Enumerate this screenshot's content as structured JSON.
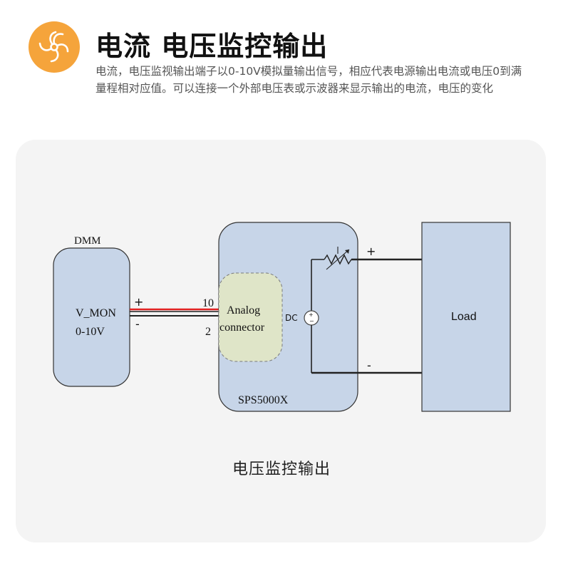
{
  "header": {
    "title": "电流 电压监控输出",
    "description": "电流，电压监视输出端子以0-10V模拟量输出信号，相应代表电源输出电流或电压0到满量程相对应值。可以连接一个外部电压表或示波器来显示输出的电流，电压的变化"
  },
  "diagram": {
    "dmm": {
      "label": "DMM",
      "line1": "V_MON",
      "line2": "0-10V"
    },
    "dmm_terminals": {
      "plus": "+",
      "minus": "-"
    },
    "connector_pins": {
      "pin_top": "10",
      "pin_bottom": "2"
    },
    "sps": {
      "label": "SPS5000X",
      "connector_line1": "Analog",
      "connector_line2": "connector",
      "dc_label": "DC"
    },
    "load": {
      "label": "Load",
      "plus": "+",
      "minus": "-"
    },
    "caption": "电压监控输出"
  },
  "colors": {
    "accent": "#f5a43b",
    "box_fill": "#c7d5e8",
    "connector_fill": "#dfe5c8",
    "wire_red": "#e02020"
  }
}
